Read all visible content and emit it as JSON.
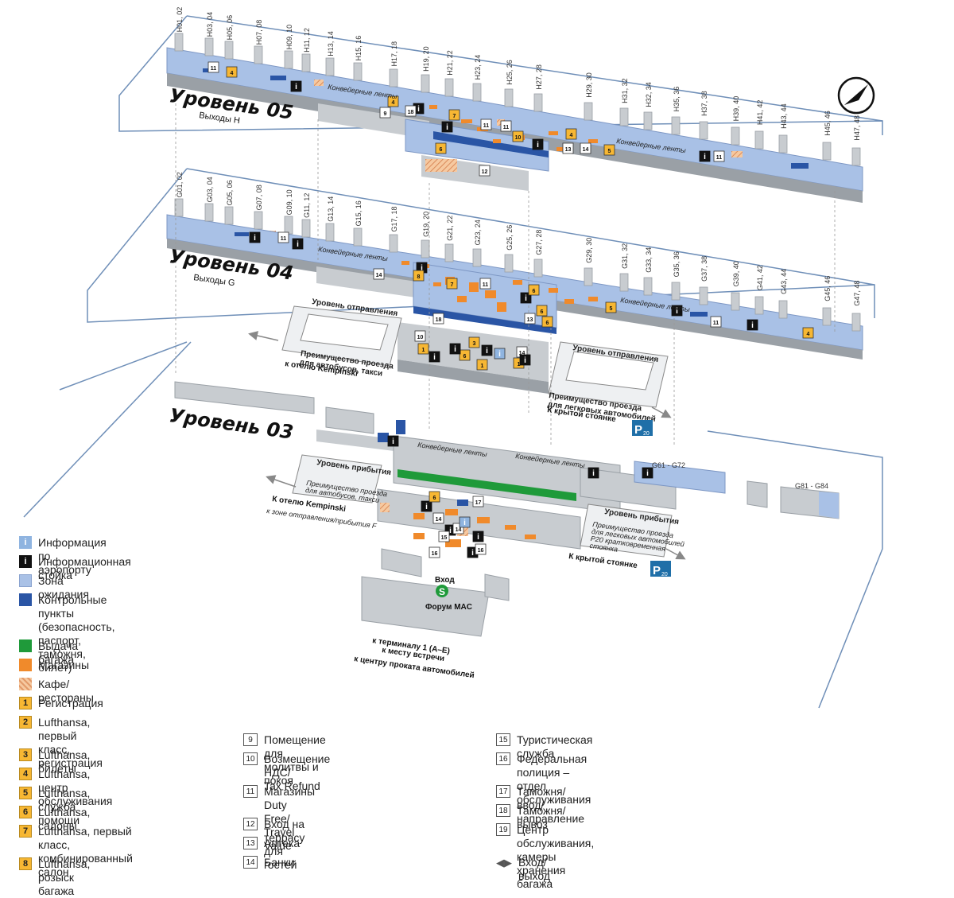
{
  "levels": {
    "l05": {
      "title": "Уровень 05",
      "subtitle": "Выходы H"
    },
    "l04": {
      "title": "Уровень 04",
      "subtitle": "Выходы G"
    },
    "l03": {
      "title": "Уровень 03"
    }
  },
  "gates_h": [
    "H01, 02",
    "H03, 04",
    "H05, 06",
    "H07, 08",
    "H09, 10",
    "H11, 12",
    "H13, 14",
    "H15, 16",
    "H17, 18",
    "H19, 20",
    "H21, 22",
    "H23, 24",
    "H25, 26",
    "H27, 28",
    "H29, 30",
    "H31, 32",
    "H32, 34",
    "H35, 36",
    "H37, 38",
    "H39, 40",
    "H41, 42",
    "H43, 44",
    "H45, 46",
    "H47, 48"
  ],
  "gates_g": [
    "G01, 02",
    "G03, 04",
    "G05, 06",
    "G07, 08",
    "G09, 10",
    "G11, 12",
    "G13, 14",
    "G15, 16",
    "G17, 18",
    "G19, 20",
    "G21, 22",
    "G23, 24",
    "G25, 26",
    "G27, 28",
    "G29, 30",
    "G31, 32",
    "G33, 34",
    "G35, 36",
    "G37, 38",
    "G39, 40",
    "G41, 42",
    "G43, 44",
    "G45, 46",
    "G47, 48"
  ],
  "map_labels": {
    "belts": "Конвейерные ленты",
    "departure_level": "Уровень отправления",
    "arrival_level": "Уровень прибытия",
    "priority_bus": "Преимущество проезда\nдля автобусов, такси",
    "priority_cars": "Преимущество проезда\nдля легковых автомобилей",
    "priority_cars_p20": "Преимущество проезда\nдля легковых автомобилей\nP20 кратковременная\nстоянка",
    "to_kempinski": "к отелю Kempinski",
    "to_kempinski_l03": "К отелю Kempinski",
    "to_zone_f": "к зоне отправления/прибытия F",
    "to_parking": "К крытой стоянке",
    "parking": "P",
    "parking_sub": "20",
    "entrance": "Вход",
    "forum": "Форум MAC",
    "s_bahn": "S",
    "to_terminal": "к терминалу 1 (A–E)",
    "to_meeting": "к месту встречи",
    "to_car_rental": "к центру проката автомобилей",
    "g61": "G61 - G72",
    "g81": "G81 - G84"
  },
  "legend_left": [
    {
      "sw": "info",
      "glyph": "i",
      "text": "Информация по аэропорту"
    },
    {
      "sw": "desk",
      "glyph": "i",
      "text": "Информационная стойка"
    },
    {
      "sw": "wait",
      "glyph": "",
      "text": "Зона ожидания"
    },
    {
      "sw": "ctrl",
      "glyph": "",
      "text": "Контрольные пункты\n(безопасность, паспорт,\nтаможня, билет)"
    },
    {
      "sw": "bag",
      "glyph": "",
      "text": "Выдача багажа"
    },
    {
      "sw": "shop",
      "glyph": "",
      "text": "Магазины"
    },
    {
      "sw": "cafe",
      "glyph": "",
      "text": "Кафе/рестораны"
    },
    {
      "sw": "yel",
      "glyph": "1",
      "text": "Регистрация"
    },
    {
      "sw": "yel",
      "glyph": "2",
      "text": "Lufthansa, первый класс,\nрегистрация"
    },
    {
      "sw": "yel",
      "glyph": "3",
      "text": "Lufthansa, билеты"
    },
    {
      "sw": "yel",
      "glyph": "4",
      "text": "Lufthansa, центр обслуживания"
    },
    {
      "sw": "yel",
      "glyph": "5",
      "text": "Lufthansa, служба помощи"
    },
    {
      "sw": "yel",
      "glyph": "6",
      "text": "Lufthansa, салоны"
    },
    {
      "sw": "yel",
      "glyph": "7",
      "text": "Lufthansa, первый класс,\nкомбинированный салон"
    },
    {
      "sw": "yel",
      "glyph": "8",
      "text": "Lufthansa, розыск багажа"
    }
  ],
  "legend_mid": [
    {
      "glyph": "9",
      "text": "Помещение для молитвы и покоя"
    },
    {
      "glyph": "10",
      "text": "Возмещение НДС/\nTax Refund"
    },
    {
      "glyph": "11",
      "text": "Магазины Duty Free/\nTravel Value"
    },
    {
      "glyph": "12",
      "text": "Вход на террасу для гостей"
    },
    {
      "glyph": "13",
      "text": "Аптека"
    },
    {
      "glyph": "14",
      "text": "Банки"
    }
  ],
  "legend_right": [
    {
      "glyph": "15",
      "text": "Туристическая служба"
    },
    {
      "glyph": "16",
      "text": "Федеральная полиция –\nотдел обслуживания"
    },
    {
      "glyph": "17",
      "text": "Таможня/ввод/направление"
    },
    {
      "glyph": "18",
      "text": "Таможня/вывоз"
    },
    {
      "glyph": "19",
      "text": "Центр обслуживания,\nкамеры хранения багажа"
    },
    {
      "glyph": "◀▶",
      "text": "Вход/выход"
    }
  ],
  "colors": {
    "waiting": "#a9c1e6",
    "control": "#2a55a5",
    "baggage": "#1f9a3a",
    "shops": "#f08a2b",
    "checkin": "#f7b733",
    "floor": "#c8ccd0",
    "floor_dark": "#9aa0a6",
    "parking": "#1f6fa8"
  }
}
